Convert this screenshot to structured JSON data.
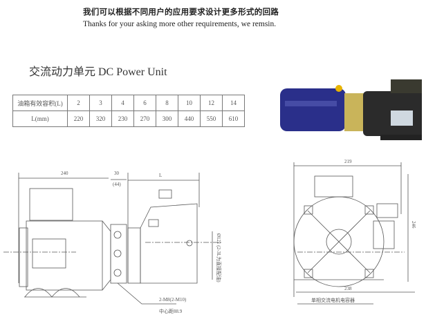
{
  "header": {
    "chinese": "我们可以根据不同用户的应用要求设计更多形式的回路",
    "english": "Thanks for your asking more other requirements, we remsin."
  },
  "title": "交流动力单元 DC Power Unit",
  "table": {
    "row_headers": [
      "油箱有效容积(L)",
      "L(mm)"
    ],
    "volume": [
      "2",
      "3",
      "4",
      "6",
      "8",
      "10",
      "12",
      "14"
    ],
    "length": [
      "220",
      "320",
      "230",
      "270",
      "300",
      "440",
      "550",
      "610"
    ]
  },
  "drawing_left": {
    "dim_motor": "240",
    "dim_mid": "30",
    "dim_mid_alt": "(44)",
    "dim_tank": "L",
    "dia": "Ø121 (2-3L为直接配油)",
    "bolt": "2-M8(2-M10)",
    "center": "中心距88.9"
  },
  "drawing_right": {
    "dim_top": "219",
    "dim_height": "246",
    "dim_bottom": "238",
    "capacitor": "单相交流电机电容器"
  },
  "colors": {
    "tank": "#2a2f8a",
    "motor": "#2b2b2b",
    "accent": "#e8b400"
  }
}
